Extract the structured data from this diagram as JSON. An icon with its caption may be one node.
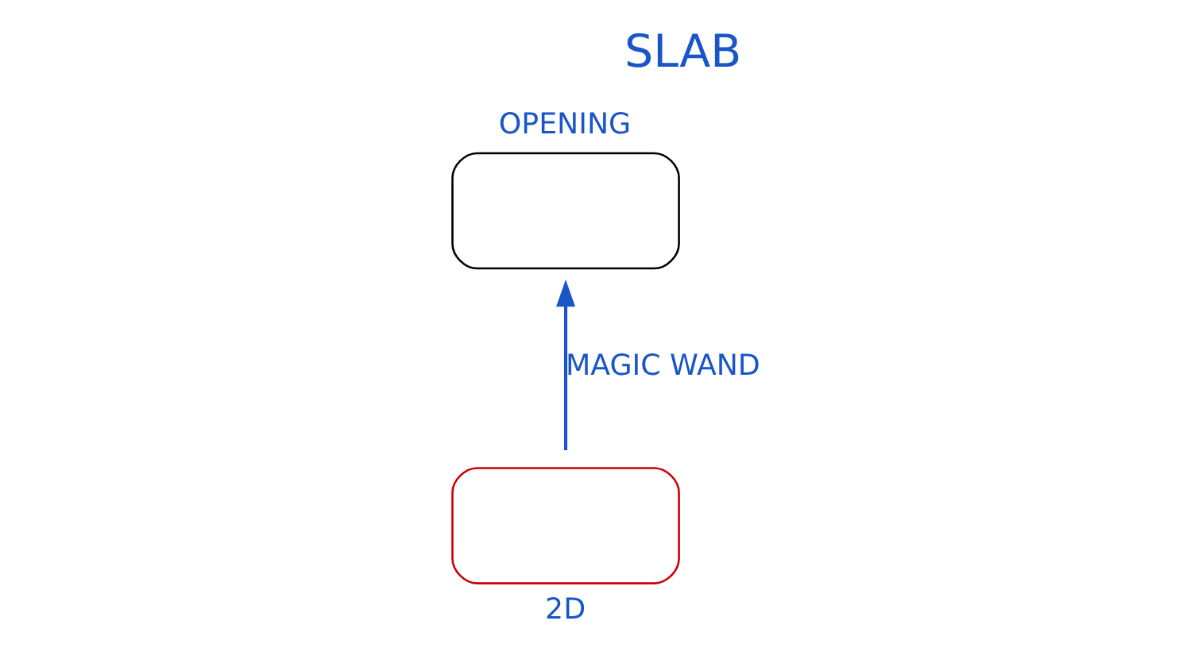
{
  "diagram": {
    "title": "SLAB",
    "nodes": [
      {
        "text": [
          "OPENING"
        ]
      },
      {
        "text": [
          "2D"
        ]
      }
    ],
    "edges": [
      {
        "from": 1,
        "to": 0,
        "arrow": "to",
        "label": "MAGIC WAND"
      }
    ]
  }
}
